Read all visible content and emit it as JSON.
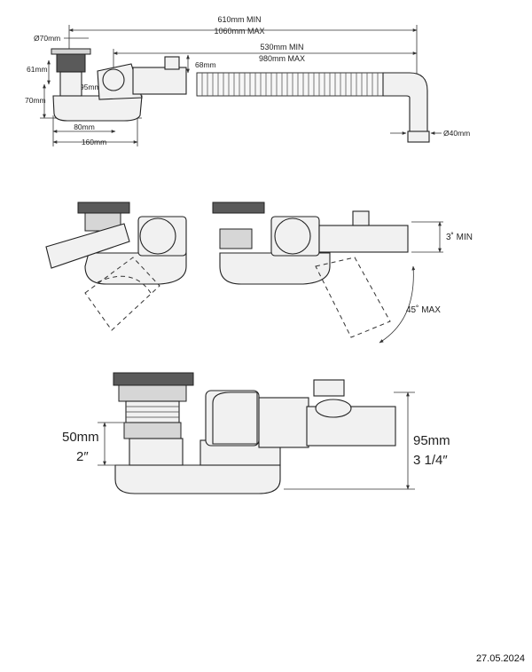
{
  "top_view": {
    "length_total_min": "610mm MIN",
    "length_total_max": "1060mm MAX",
    "length_hose_min": "530mm MIN",
    "length_hose_max": "980mm MAX",
    "diameter_top": "Ø70mm",
    "height_61": "61mm",
    "height_70": "70mm",
    "diameter_95": "95mm",
    "height_68": "68mm",
    "width_80": "80mm",
    "width_160": "160mm",
    "diameter_outlet": "Ø40mm"
  },
  "angle_view": {
    "min_angle": "3˚ MIN",
    "max_angle": "45˚ MAX"
  },
  "side_view": {
    "height_metric": "50mm",
    "height_imperial": "2″",
    "total_metric": "95mm",
    "total_imperial": "3 1/4″"
  },
  "footer": {
    "date": "27.05.2024"
  }
}
